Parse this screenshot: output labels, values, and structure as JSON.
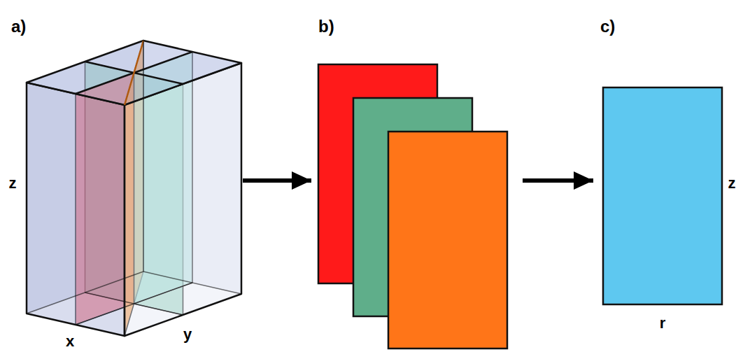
{
  "diagram": {
    "nodes": [
      {
        "text": [
          "a)"
        ]
      },
      {
        "text": [
          "b)"
        ]
      },
      {
        "text": [
          "c)"
        ]
      }
    ],
    "edges": [
      {
        "from": 0,
        "to": 1,
        "arrow": "to"
      },
      {
        "from": 1,
        "to": 2,
        "arrow": "to"
      }
    ],
    "labels": [
      "z",
      "x",
      "y",
      "z",
      "r"
    ]
  }
}
